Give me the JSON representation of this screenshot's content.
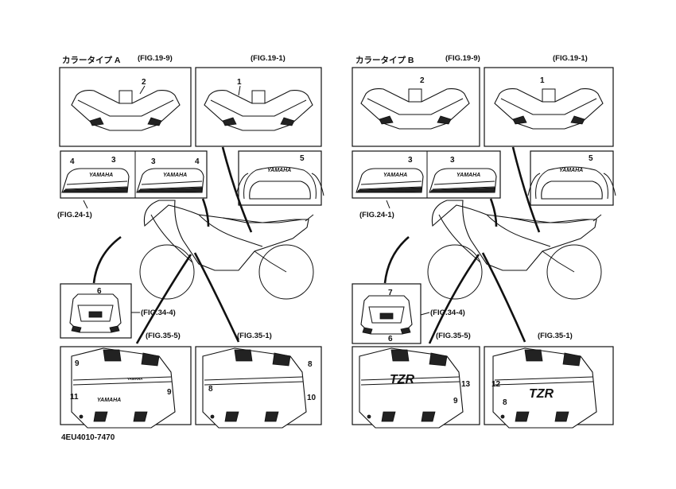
{
  "panels": [
    {
      "title": "カラータイプ A",
      "figs": [
        "(FIG.19-9)",
        "(FIG.19-1)",
        "(FIG.24-1)",
        "(FIG.34-4)",
        "(FIG.35-5)",
        "(FIG.35-1)"
      ],
      "callouts": [
        "2",
        "1",
        "4",
        "3",
        "3",
        "4",
        "5",
        "6",
        "9",
        "9",
        "11",
        "8",
        "8",
        "10"
      ],
      "decal_text": {
        "tank_logo": "YAMAHA",
        "seat_logo": "YAMAHA",
        "cowl_logo": "YAMAHA",
        "side_stripe": "YAMAHA"
      }
    },
    {
      "title": "カラータイプ B",
      "figs": [
        "(FIG.19-9)",
        "(FIG.19-1)",
        "(FIG.24-1)",
        "(FIG.34-4)",
        "(FIG.35-5)",
        "(FIG.35-1)"
      ],
      "callouts": [
        "2",
        "1",
        "3",
        "3",
        "5",
        "7",
        "6",
        "13",
        "9",
        "12",
        "8"
      ],
      "decal_text": {
        "tank_logo": "YAMAHA",
        "seat_logo": "YAMAHA",
        "cowl_logo": "TZR"
      }
    }
  ],
  "part_number": "4EU4010-7470"
}
